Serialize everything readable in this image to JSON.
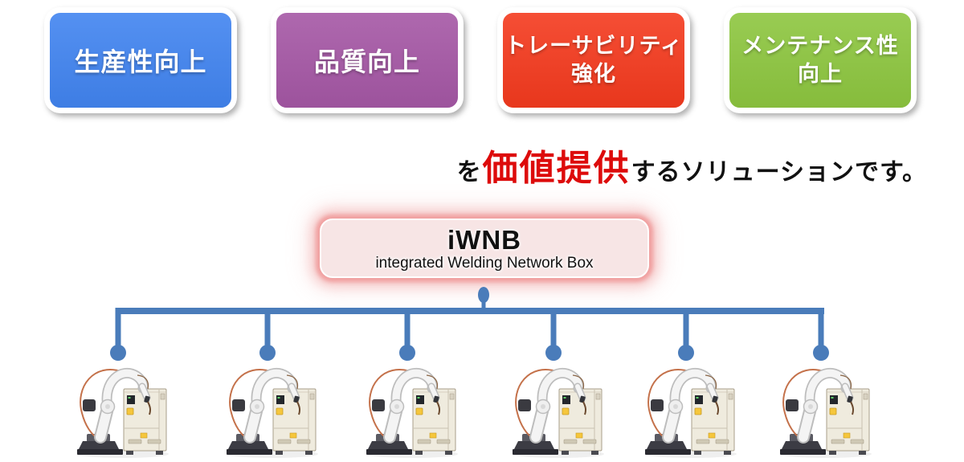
{
  "benefit_boxes": [
    {
      "lines": [
        "生産性向上"
      ],
      "color": "#4184F0"
    },
    {
      "lines": [
        "品質向上"
      ],
      "color": "#A557A5"
    },
    {
      "lines": [
        "トレーサビリティ",
        "強化"
      ],
      "color": "#F43A1E"
    },
    {
      "lines": [
        "メンテナンス性",
        "向上"
      ],
      "color": "#8DC63F"
    }
  ],
  "value_sentence": {
    "prefix": "を",
    "highlight": "価値提供",
    "suffix": "するソリューションです。",
    "highlight_color": "#DD0B0B"
  },
  "hub": {
    "title": "iWNB",
    "subtitle": "integrated Welding Network Box",
    "fill_color": "#F7E5E5",
    "glow_color": "#F09C9C"
  },
  "network": {
    "line_color": "#4A7CBA",
    "robot_count": 6,
    "robot_name": "welding-robot"
  }
}
